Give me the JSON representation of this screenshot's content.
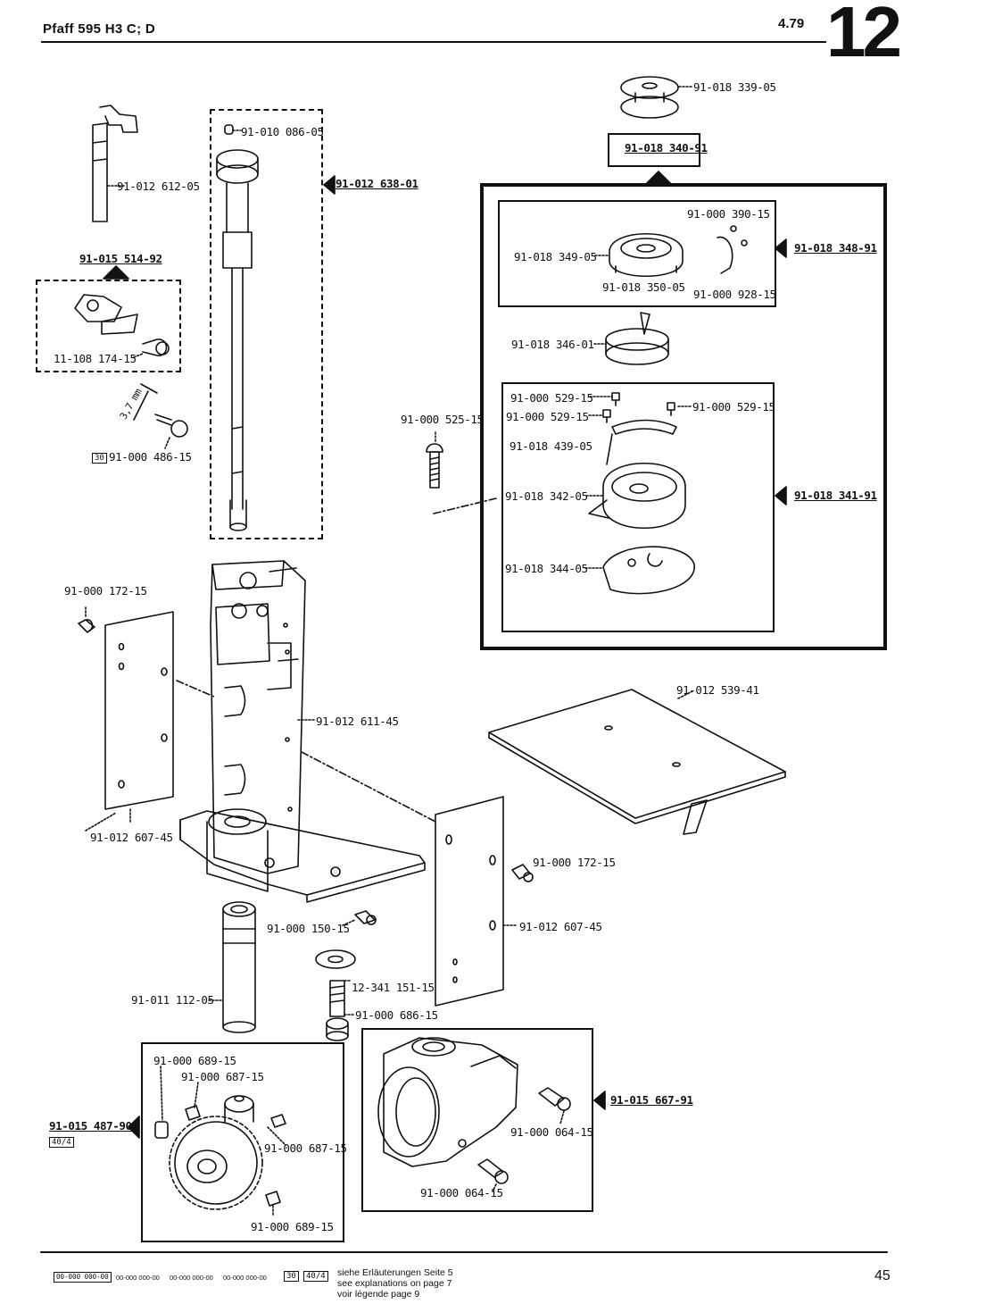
{
  "header": {
    "title": "Pfaff 595 H3 C; D",
    "date": "4.79",
    "plate": "12"
  },
  "labels": {
    "l_339_05": "91-018 339-05",
    "l_340_91": "91-018 340-91",
    "l_086_05": "91-010 086-05",
    "l_638_01": "91-012 638-01",
    "l_612_05": "91-012 612-05",
    "l_514_92": "91-015 514-92",
    "l_174_15": "11-108 174-15",
    "l_37mm": "3,7 mm",
    "l_486_15": "91-000 486-15",
    "l_390_15": "91-000 390-15",
    "l_349_05": "91-018 349-05",
    "l_348_91": "91-018 348-91",
    "l_350_05": "91-018 350-05",
    "l_928_15": "91-000 928-15",
    "l_346_01": "91-018 346-01",
    "l_525_15": "91-000 525-15",
    "l_529_a": "91-000 529-15",
    "l_529_b": "91-000 529-15",
    "l_529_c": "91-000 529-15",
    "l_439_05": "91-018 439-05",
    "l_342_05": "91-018 342-05",
    "l_341_91": "91-018 341-91",
    "l_344_05": "91-018 344-05",
    "l_172_a": "91-000 172-15",
    "l_611_45": "91-012 611-45",
    "l_539_41": "91-012 539-41",
    "l_607_a": "91-012 607-45",
    "l_172_b": "91-000 172-15",
    "l_150_15": "91-000 150-15",
    "l_607_b": "91-012 607-45",
    "l_112_05": "91-011 112-05",
    "l_151_15": "12-341 151-15",
    "l_686_15": "91-000 686-15",
    "l_689_a": "91-000 689-15",
    "l_687_a": "91-000 687-15",
    "l_487_90": "91-015 487-90",
    "l_687_b": "91-000 687-15",
    "l_689_b": "91-000 689-15",
    "l_667_91": "91-015 667-91",
    "l_064_a": "91-000 064-15",
    "l_064_b": "91-000 064-15"
  },
  "tags": {
    "t30": "30",
    "t404": "40/4"
  },
  "footer": {
    "legend_codes": [
      "00-000 000-00",
      "00-000 000-00",
      "00-000 000-00",
      "00-000 000-00",
      "30",
      "40/4"
    ],
    "line1": "siehe Erläuterungen Seite 5",
    "line2": "see explanations on page 7",
    "line3": "voir légende page 9",
    "page": "45"
  }
}
